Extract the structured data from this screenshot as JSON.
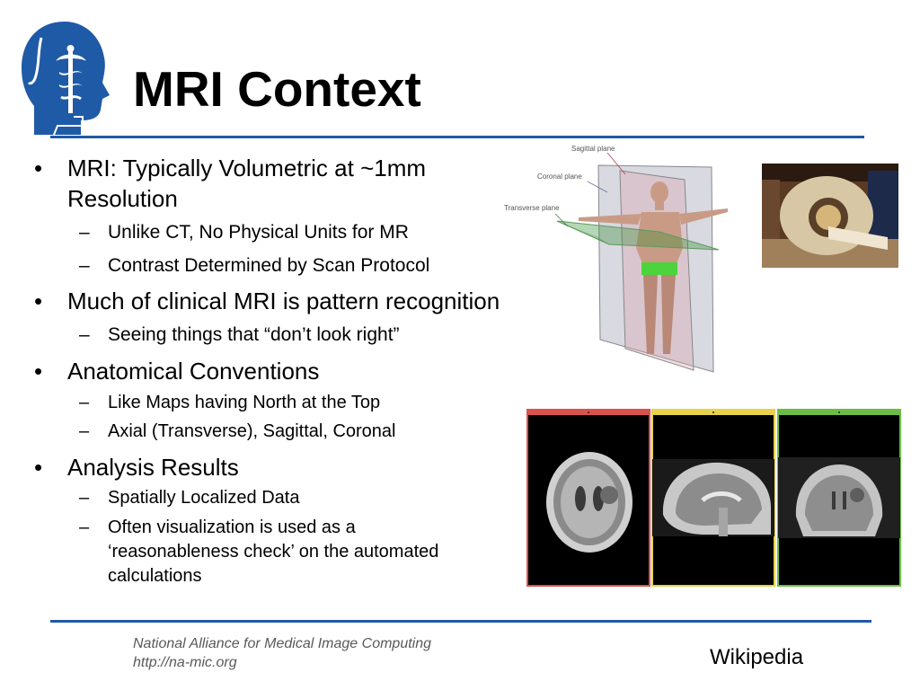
{
  "slide": {
    "title": "MRI Context",
    "bullets": [
      {
        "text_line1": "MRI: Typically Volumetric at ~1mm",
        "text_line2": "Resolution",
        "subitems": [
          "Unlike CT, No Physical Units for MR",
          "Contrast Determined by Scan Protocol"
        ]
      },
      {
        "text": "Much of clinical MRI is pattern recognition",
        "subitems": [
          "Seeing things that “don’t look right”"
        ]
      },
      {
        "text": "Anatomical Conventions",
        "subitems": [
          "Like Maps having North at the Top",
          "Axial (Transverse), Sagittal, Coronal"
        ]
      },
      {
        "text": "Analysis Results",
        "subitems": [
          "Spatially Localized Data"
        ],
        "last_sub_lines": [
          "Often visualization is used as a",
          "‘reasonableness check’ on the automated",
          "calculations"
        ]
      }
    ],
    "bullet_mark": "•",
    "sub_mark": "–"
  },
  "figure": {
    "plane_labels": {
      "sagittal": "Sagittal plane",
      "coronal": "Coronal plane",
      "transverse": "Transverse plane"
    },
    "panel_colors": {
      "axial": "#d9534f",
      "sagittal": "#e8d24a",
      "coronal": "#6cbd45"
    }
  },
  "footer": {
    "org": "National Alliance for Medical Image Computing",
    "url": "http://na-mic.org",
    "credit": "Wikipedia"
  },
  "colors": {
    "accent": "#1f5aa6"
  }
}
